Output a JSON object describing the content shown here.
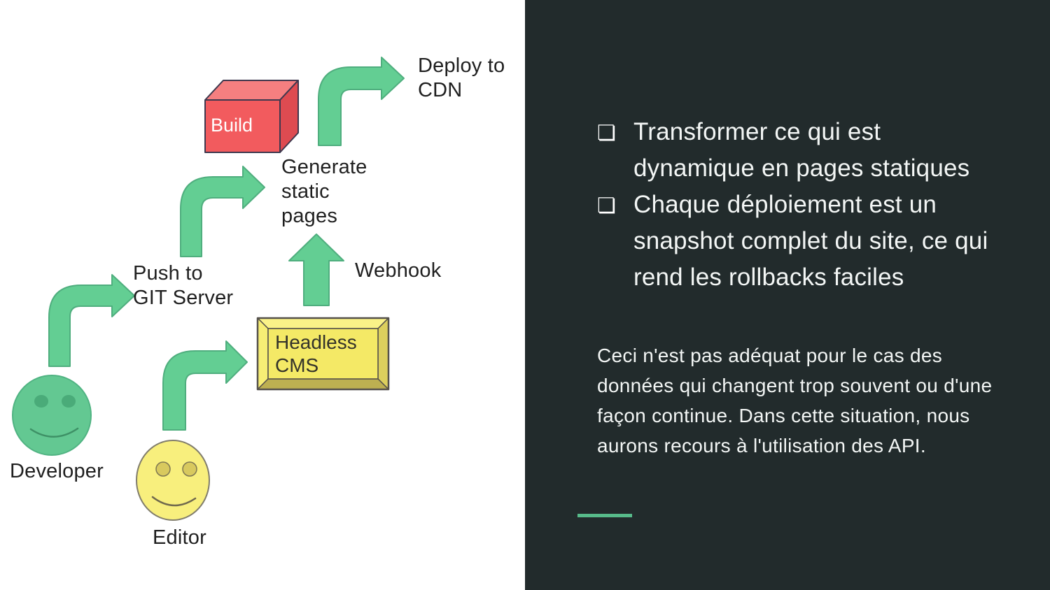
{
  "colors": {
    "panel_bg": "#222b2c",
    "panel_text": "#f3f6f5",
    "accent_green": "#57bb8a",
    "arrow_fill": "#63ce93",
    "arrow_stroke": "#4fae7e",
    "build_front": "#f25b5e",
    "build_top": "#f57f80",
    "build_side": "#de4b51",
    "cms_center": "#f4e966",
    "developer_face": "#63c892",
    "editor_face": "#f8ef7d",
    "diagram_text": "#1f1f1f"
  },
  "diagram": {
    "build_label": "Build",
    "cms_label": "Headless\nCMS",
    "labels": {
      "deploy_cdn": "Deploy to\nCDN",
      "generate": "Generate\nstatic\npages",
      "push_git": "Push to\nGIT Server",
      "webhook": "Webhook",
      "developer": "Developer",
      "editor": "Editor"
    }
  },
  "panel": {
    "bullet_glyph": "❏",
    "bullets": [
      "Transformer ce qui est dynamique en pages statiques",
      "Chaque déploiement est un snapshot complet du site, ce qui rend les rollbacks faciles"
    ],
    "paragraph": "Ceci n'est pas adéquat pour le cas des données qui changent trop souvent ou d'une façon continue. Dans cette situation, nous aurons recours à l'utilisation des API."
  }
}
